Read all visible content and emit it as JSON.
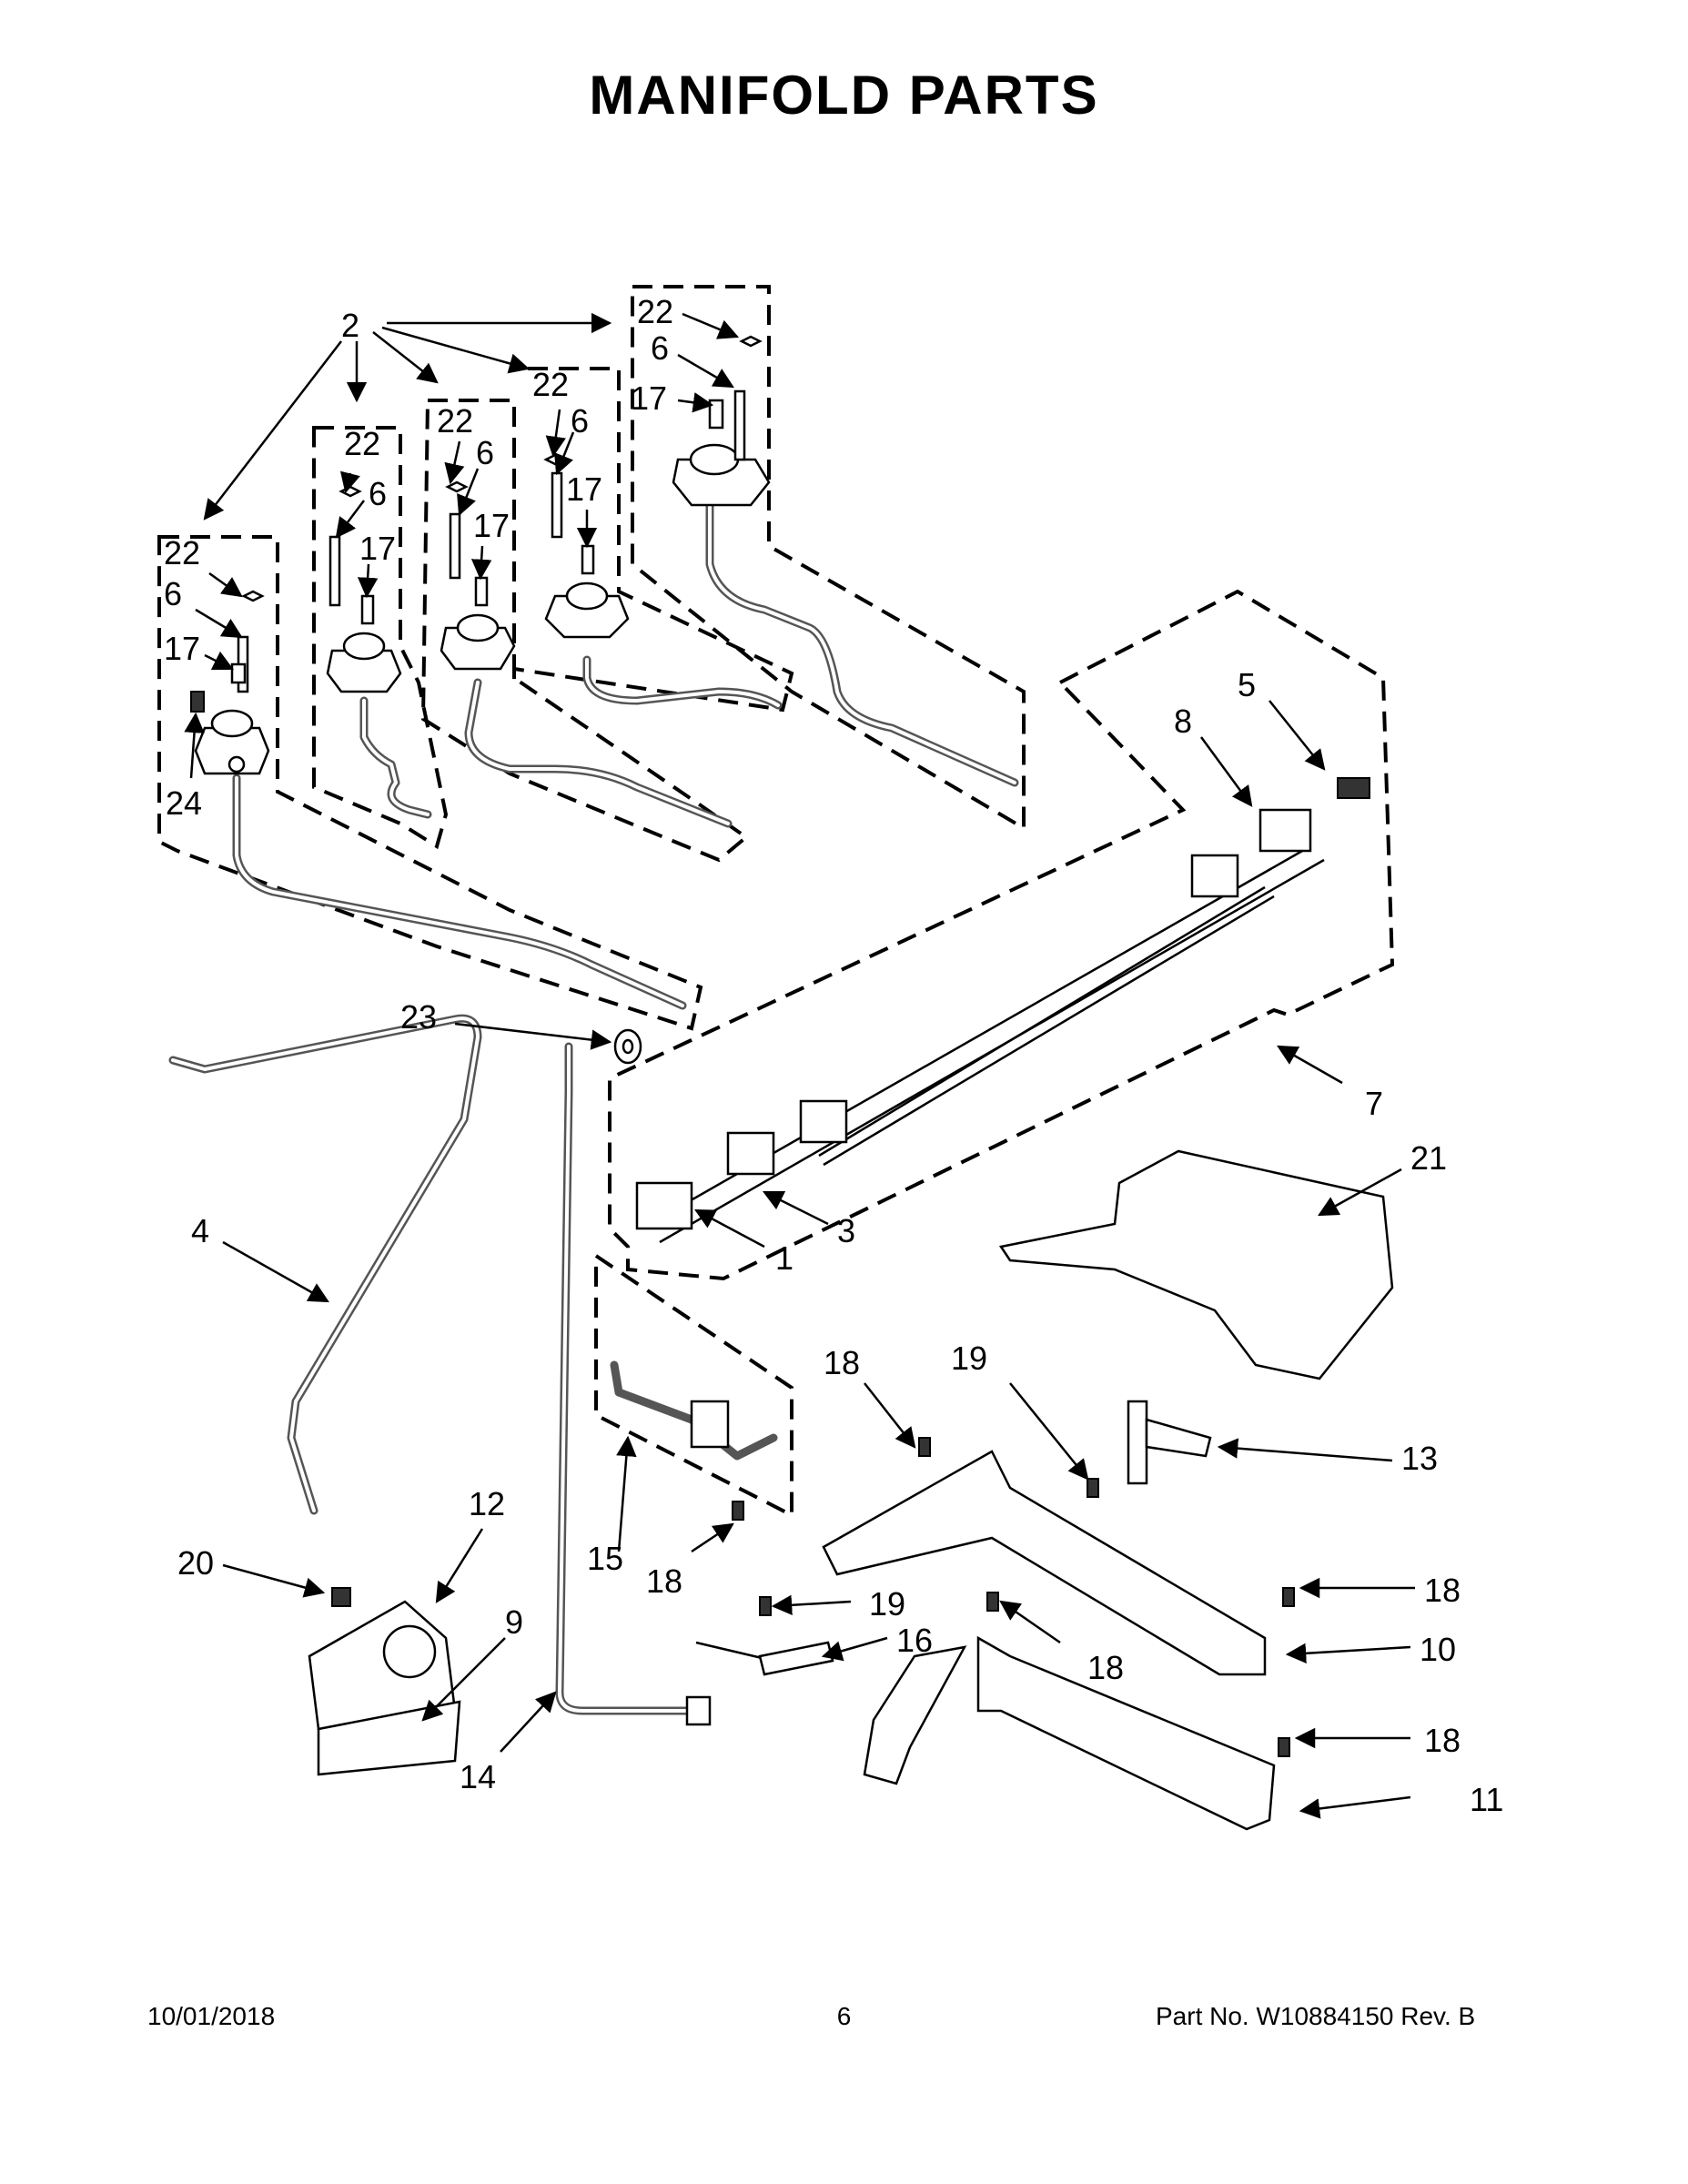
{
  "title": "MANIFOLD PARTS",
  "footer": {
    "date": "10/01/2018",
    "page": "6",
    "part_number": "Part No.  W10884150  Rev.  B"
  },
  "callouts": {
    "c1": "1",
    "c2": "2",
    "c3": "3",
    "c4": "4",
    "c5": "5",
    "c6": "6",
    "c7": "7",
    "c8": "8",
    "c9": "9",
    "c10": "10",
    "c11": "11",
    "c12": "12",
    "c13": "13",
    "c14": "14",
    "c15": "15",
    "c16": "16",
    "c17": "17",
    "c18": "18",
    "c19": "19",
    "c20": "20",
    "c21": "21",
    "c22": "22",
    "c23": "23",
    "c24": "24"
  }
}
